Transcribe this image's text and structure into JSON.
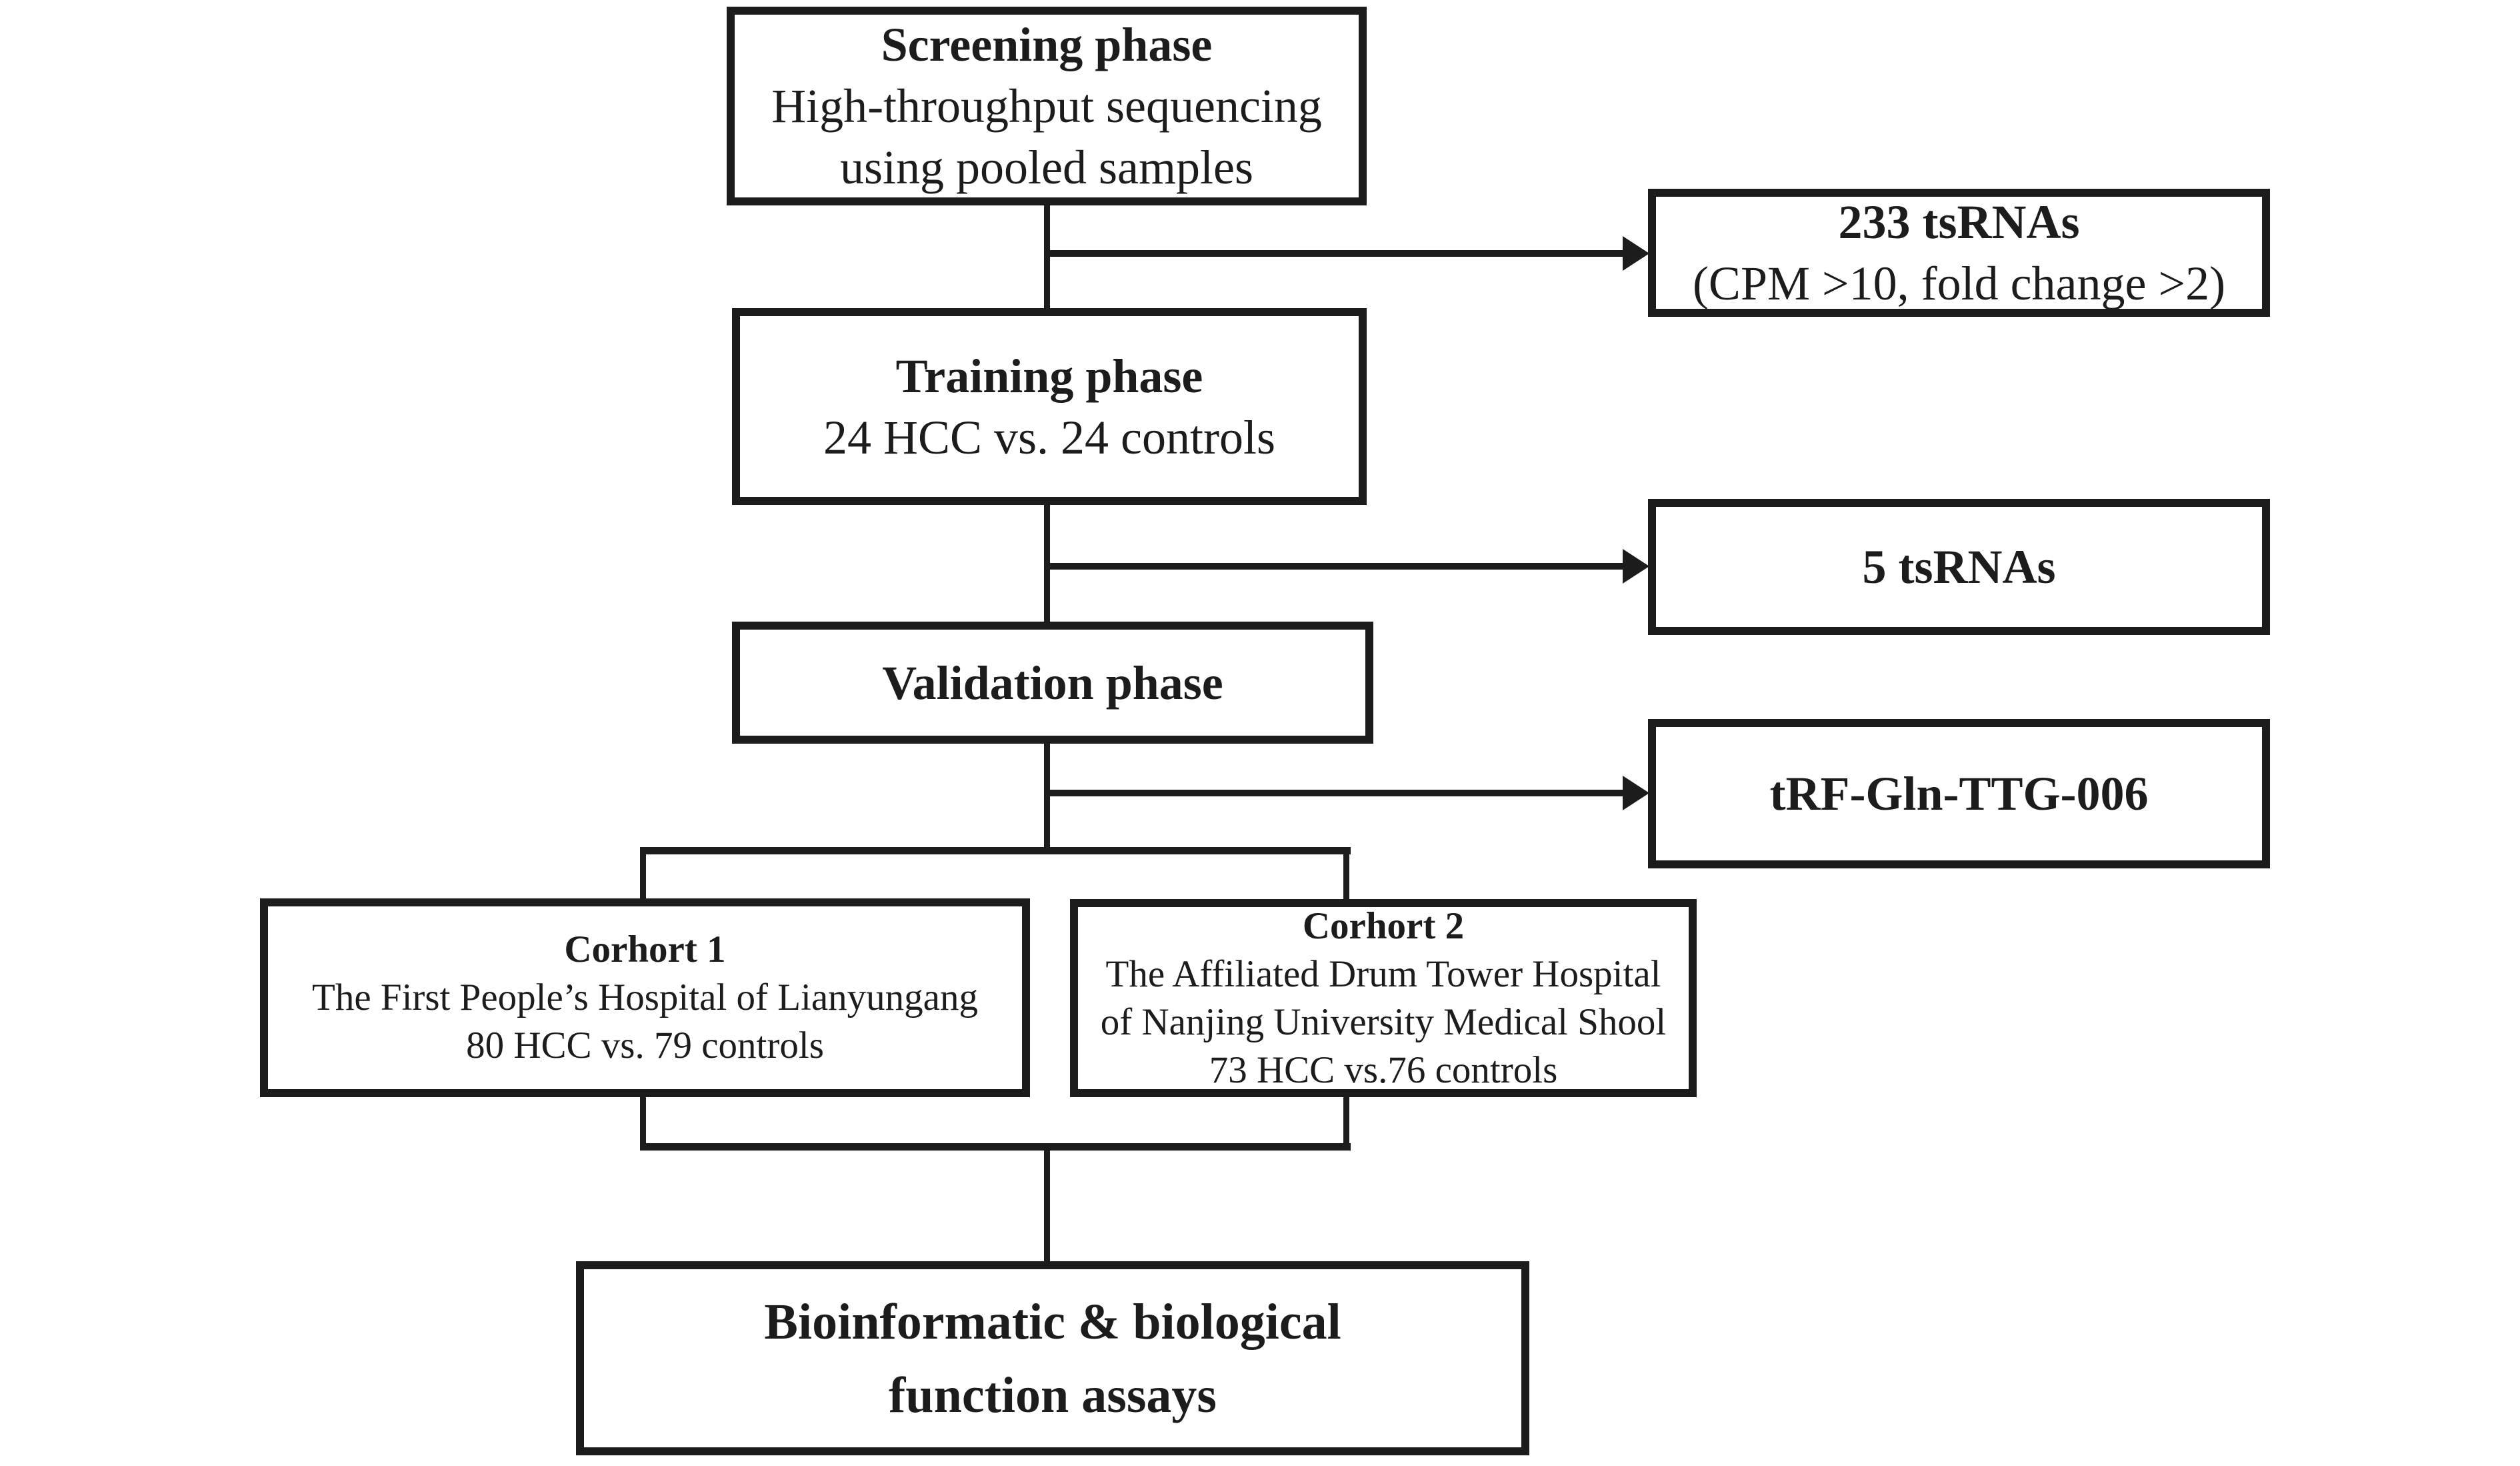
{
  "figure": {
    "type": "flowchart",
    "background_color": "#ffffff",
    "line_color": "#1c1c1c"
  },
  "nodes": {
    "screening": {
      "title": "Screening phase",
      "line1": "High-throughput sequencing",
      "line2": "using pooled samples"
    },
    "tsrnas233": {
      "title": "233 tsRNAs",
      "line1": "(CPM >10, fold change >2)"
    },
    "training": {
      "title": "Training phase",
      "line1": "24 HCC vs. 24 controls"
    },
    "tsrnas5": {
      "title": "5 tsRNAs"
    },
    "validation": {
      "title": "Validation phase"
    },
    "trf": {
      "title": "tRF-Gln-TTG-006"
    },
    "cohort1": {
      "title": "Corhort 1",
      "line1": "The First People’s Hospital of Lianyungang",
      "line2": "80 HCC vs. 79 controls"
    },
    "cohort2": {
      "title": "Corhort 2",
      "line1": "The Affiliated Drum Tower Hospital",
      "line2": "of Nanjing University Medical Shool",
      "line3": "73 HCC vs.76 controls"
    },
    "assays": {
      "title": "Bioinformatic & biological",
      "line1": "function assays"
    }
  }
}
